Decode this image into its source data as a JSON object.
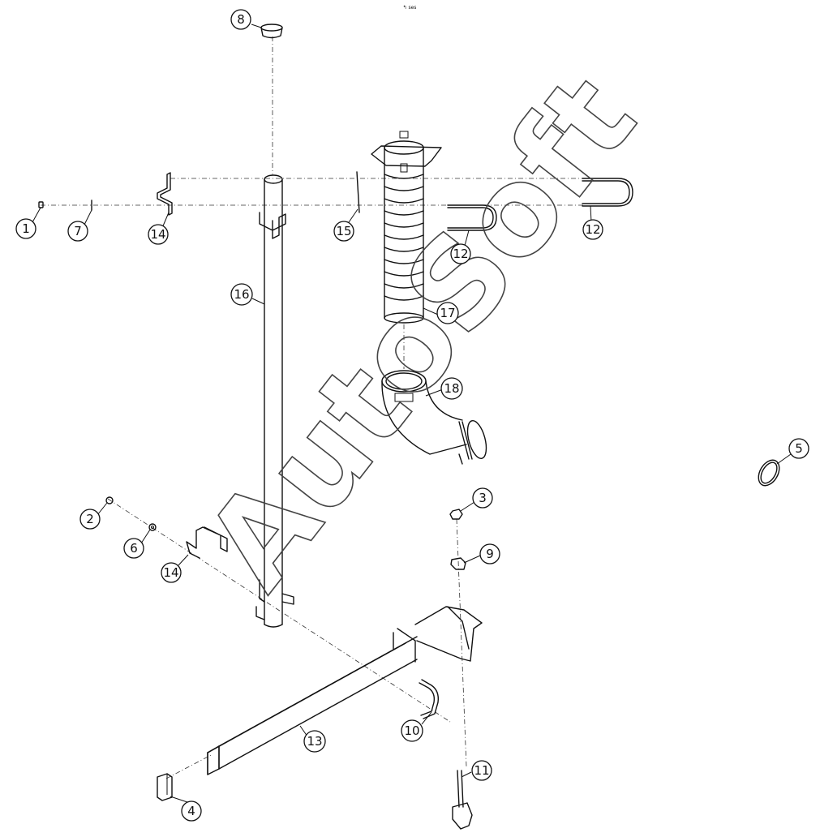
{
  "diagram": {
    "top_mark": "↰ ses",
    "watermark": "AutoSoft",
    "callouts": [
      "1",
      "2",
      "3",
      "4",
      "5",
      "6",
      "7",
      "8",
      "9",
      "10",
      "11",
      "12",
      "12",
      "13",
      "14",
      "14",
      "15",
      "16",
      "17",
      "18"
    ]
  }
}
